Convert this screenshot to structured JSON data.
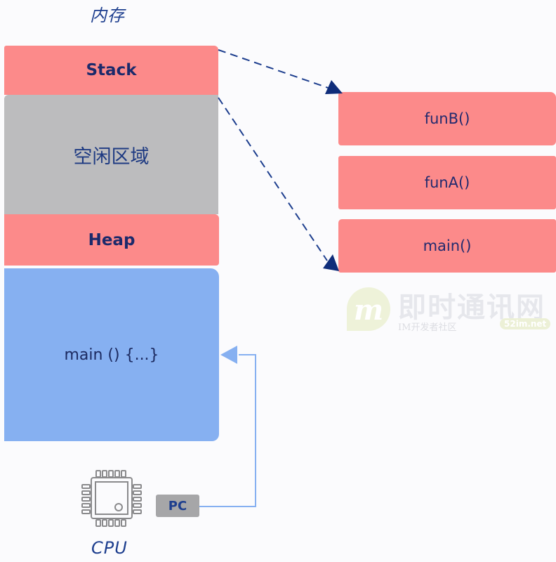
{
  "memory": {
    "title": "内存",
    "regions": [
      {
        "id": "stack",
        "label": "Stack",
        "color": "#fc8a8a"
      },
      {
        "id": "free",
        "label": "空闲区域",
        "color": "#bcbcbe"
      },
      {
        "id": "heap",
        "label": "Heap",
        "color": "#fc8a8a"
      },
      {
        "id": "code",
        "label": "main () {...}",
        "color": "#86b0f1"
      }
    ]
  },
  "stack_frames": [
    {
      "label": "funB()"
    },
    {
      "label": "funA()"
    },
    {
      "label": "main()"
    }
  ],
  "cpu": {
    "label": "CPU",
    "register_label": "PC",
    "icon": "cpu-chip-icon"
  },
  "arrows": {
    "stack_expand_color": "#1d3e8e",
    "pc_pointer_color": "#86b0f1"
  },
  "watermark": {
    "title": "即时通讯网",
    "subtitle": "IM开发者社区",
    "domain": "52im.net"
  }
}
